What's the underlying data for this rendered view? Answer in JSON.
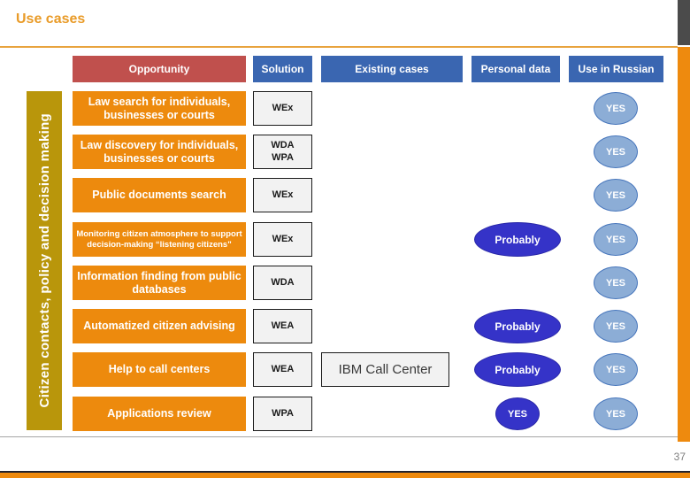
{
  "slide": {
    "title": "Use cases",
    "page_number": "37"
  },
  "table": {
    "headers": {
      "opportunity": "Opportunity",
      "solution": "Solution",
      "existing_cases": "Existing cases",
      "personal_data": "Personal data",
      "use_in_russian": "Use in Russian"
    },
    "category_label": "Citizen contacts, policy and decision making",
    "rows": [
      {
        "opportunity": "Law search for individuals, businesses or courts",
        "solution": "WEx",
        "use_in_russian": "YES"
      },
      {
        "opportunity": "Law discovery for individuals, businesses or courts",
        "solution": "WDA\nWPA",
        "use_in_russian": "YES"
      },
      {
        "opportunity": "Public documents search",
        "solution": "WEx",
        "use_in_russian": "YES"
      },
      {
        "opportunity": "Monitoring citizen atmosphere to support decision-making “listening citizens\"",
        "solution": "WEx",
        "personal_data": "Probably",
        "use_in_russian": "YES"
      },
      {
        "opportunity": "Information finding from public databases",
        "solution": "WDA",
        "use_in_russian": "YES"
      },
      {
        "opportunity": "Automatized citizen advising",
        "solution": "WEA",
        "personal_data": "Probably",
        "use_in_russian": "YES"
      },
      {
        "opportunity": "Help to call centers",
        "solution": "WEA",
        "existing_case": "IBM Call Center",
        "personal_data": "Probably",
        "use_in_russian": "YES"
      },
      {
        "opportunity": "Applications review",
        "solution": "WPA",
        "personal_data": "YES",
        "use_in_russian": "YES"
      }
    ],
    "colors": {
      "header_red": "#C0504D",
      "header_blue": "#3A66B1",
      "row_orange": "#ED8A0D",
      "category_gold": "#B9960B",
      "badge_dark_blue": "#3533C8",
      "badge_light_blue": "#8CADD6",
      "badge_light_border": "#4776BC",
      "accent_orange": "#EE8A0E",
      "title_orange": "#E99B28",
      "top_corner_gray": "#4B4B4B"
    }
  }
}
